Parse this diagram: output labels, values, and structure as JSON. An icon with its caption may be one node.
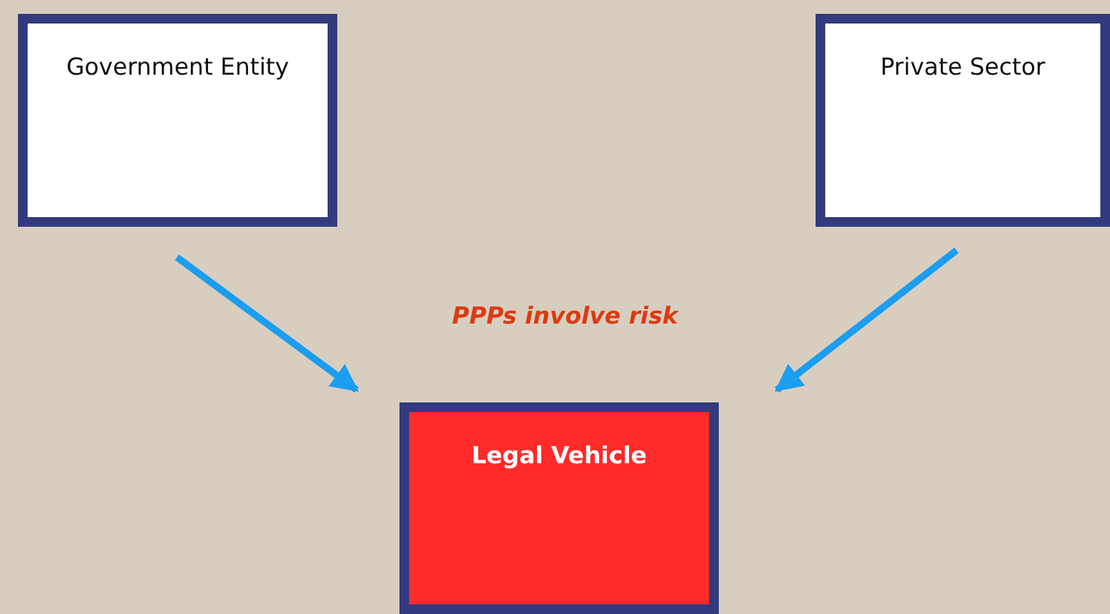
{
  "diagram": {
    "nodes": [
      {
        "text": [
          "Government Entity"
        ]
      },
      {
        "text": [
          "Private Sector"
        ]
      },
      {
        "text": [
          "Legal Vehicle"
        ]
      }
    ],
    "edges": [
      {
        "from": 0,
        "to": 2,
        "arrow": "to"
      },
      {
        "from": 1,
        "to": 2,
        "arrow": "to"
      }
    ],
    "labels": [
      "PPPs involve risk"
    ]
  }
}
